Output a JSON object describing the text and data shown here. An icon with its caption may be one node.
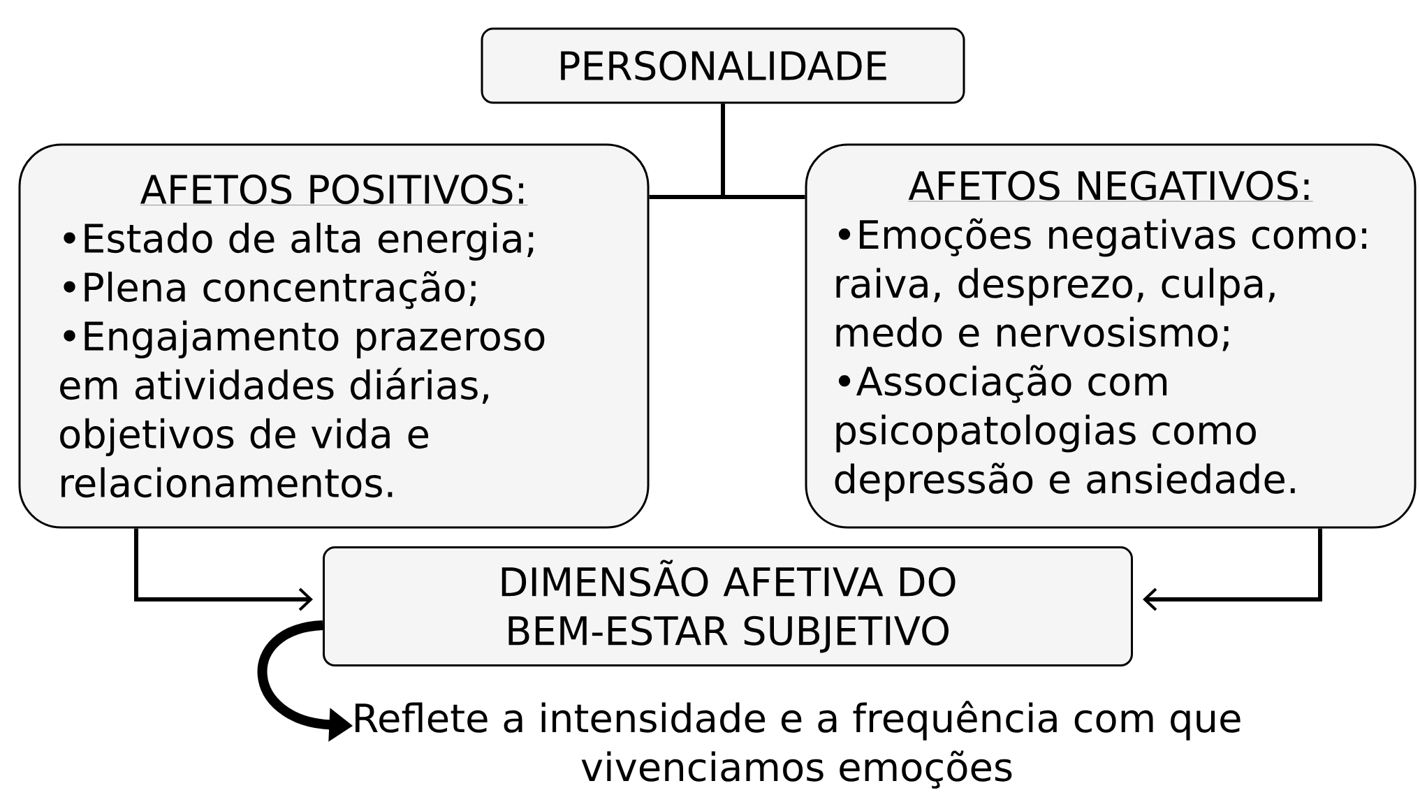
{
  "diagram": {
    "nodes": [
      {
        "text": [
          "PERSONALIDADE"
        ]
      },
      {
        "text": [
          "AFETOS POSITIVOS:",
          "•Estado de alta energia;",
          "•Plena concentração;",
          "•Engajamento prazeroso em atividades diárias, objetivos de vida e relacionamentos."
        ]
      },
      {
        "text": [
          "AFETOS NEGATIVOS:",
          "•Emoções negativas como: raiva, desprezo, culpa, medo e nervosismo;",
          "•Associação com psicopatologias como depressão e ansiedade."
        ]
      },
      {
        "text": [
          "DIMENSÃO AFETIVA DO BEM-ESTAR SUBJETIVO"
        ]
      },
      {
        "text": [
          "Reflete a intensidade e a frequência com que vivenciamos emoções"
        ]
      }
    ],
    "edges": [
      {
        "from": 0,
        "to": 1,
        "arrow": "none"
      },
      {
        "from": 0,
        "to": 2,
        "arrow": "none"
      },
      {
        "from": 1,
        "to": 3,
        "arrow": "to"
      },
      {
        "from": 2,
        "to": 3,
        "arrow": "to"
      },
      {
        "from": 3,
        "to": 4,
        "arrow": "to",
        "style": "thick"
      }
    ]
  }
}
